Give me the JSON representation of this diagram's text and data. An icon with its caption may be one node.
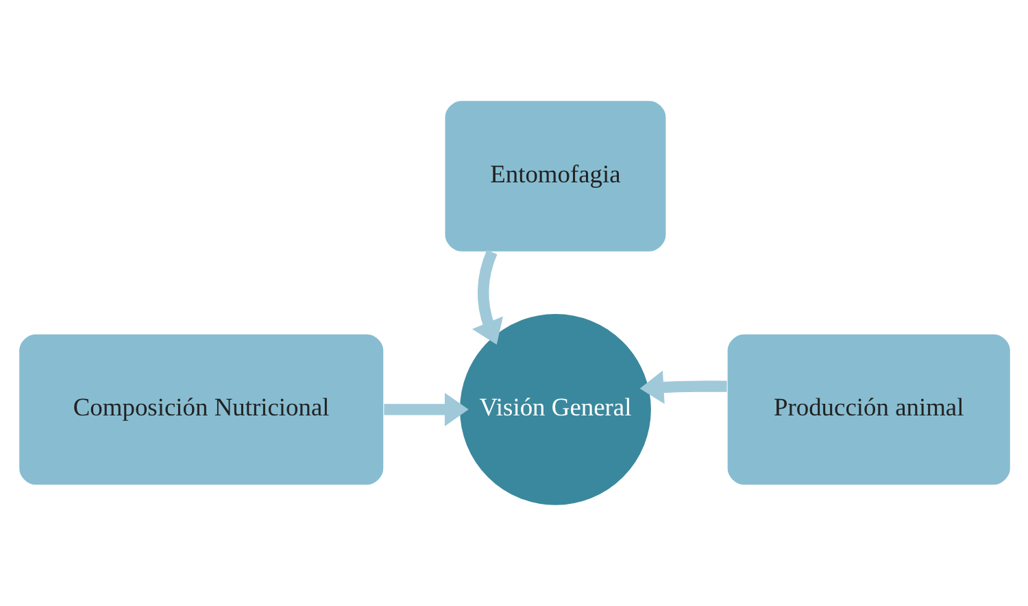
{
  "diagram": {
    "nodes": [
      {
        "text": [
          "Visión General"
        ]
      },
      {
        "text": [
          "Composición Nutricional"
        ]
      },
      {
        "text": [
          "Producción animal"
        ]
      },
      {
        "text": [
          "Entomofagia"
        ]
      }
    ],
    "edges": [
      {
        "from": 1,
        "to": 0,
        "arrow": "to"
      },
      {
        "from": 2,
        "to": 0,
        "arrow": "to"
      },
      {
        "from": 3,
        "to": 0,
        "arrow": "to"
      }
    ]
  }
}
